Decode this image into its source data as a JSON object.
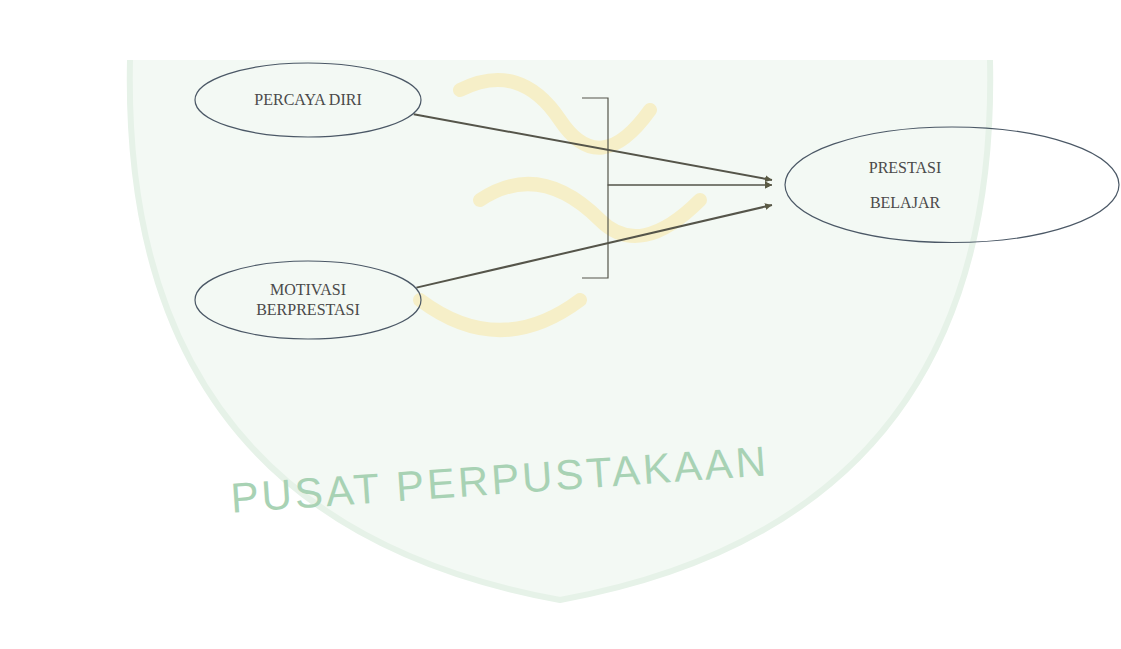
{
  "diagram": {
    "nodes": [
      {
        "text": [
          "PERCAYA DIRI"
        ]
      },
      {
        "text": [
          "MOTIVASI BERPRESTASI"
        ]
      },
      {
        "text": [
          "PRESTASI BELAJAR"
        ]
      }
    ],
    "edges": [
      {
        "from": 0,
        "to": 2,
        "arrow": "to"
      },
      {
        "from": 0,
        "to": 2,
        "arrow": "to"
      },
      {
        "from": 1,
        "to": 2,
        "arrow": "to"
      },
      {
        "from": 1,
        "to": 2,
        "arrow": "to"
      }
    ],
    "labels": [
      "PUSAT PERPUSTAKAAN"
    ]
  }
}
